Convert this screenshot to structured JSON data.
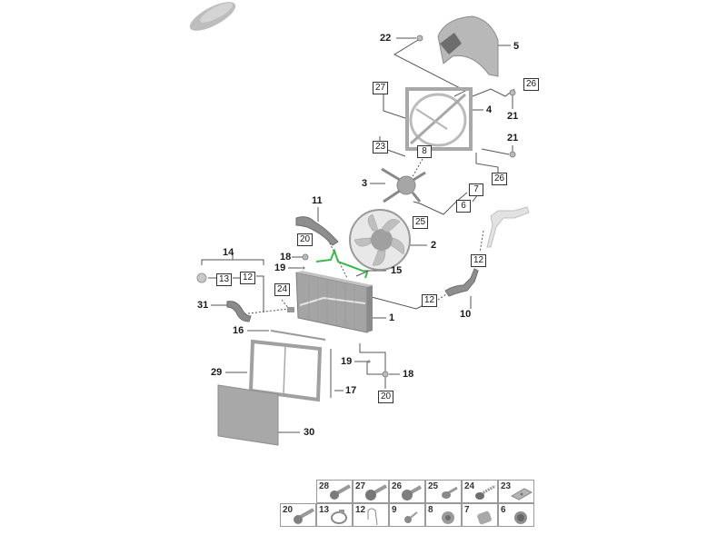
{
  "diagram": {
    "title_icon": "vehicle-silhouette-icon",
    "callouts": {
      "c1": "1",
      "c2": "2",
      "c3": "3",
      "c4": "4",
      "c5": "5",
      "c10": "10",
      "c11": "11",
      "c14": "14",
      "c15": "15",
      "c16": "16",
      "c17": "17",
      "c18a": "18",
      "c18b": "18",
      "c19a": "19",
      "c19b": "19",
      "c21a": "21",
      "c21b": "21",
      "c22": "22",
      "c29": "29",
      "c30": "30",
      "c31": "31"
    },
    "boxed_refs": {
      "b6": "6",
      "b7": "7",
      "b8": "8",
      "b12a": "12",
      "b12b": "12",
      "b12c": "12",
      "b13": "13",
      "b20a": "20",
      "b20b": "20",
      "b23": "23",
      "b24": "24",
      "b25": "25",
      "b26a": "26",
      "b26b": "26",
      "b27": "27"
    },
    "highlight_color": "#3cb84a"
  },
  "legend": {
    "row1": [
      {
        "num": "28",
        "icon": "bolt-flange-icon"
      },
      {
        "num": "27",
        "icon": "bolt-flange-icon"
      },
      {
        "num": "26",
        "icon": "bolt-flange-icon"
      },
      {
        "num": "25",
        "icon": "screw-icon"
      },
      {
        "num": "24",
        "icon": "screw-washer-icon"
      },
      {
        "num": "23",
        "icon": "clip-nut-icon"
      }
    ],
    "row2": [
      {
        "num": "20",
        "icon": "bolt-icon"
      },
      {
        "num": "13",
        "icon": "hose-clamp-icon"
      },
      {
        "num": "12",
        "icon": "wire-clip-icon"
      },
      {
        "num": "9",
        "icon": "pin-icon"
      },
      {
        "num": "8",
        "icon": "grommet-icon"
      },
      {
        "num": "7",
        "icon": "sleeve-icon"
      },
      {
        "num": "6",
        "icon": "bushing-icon"
      }
    ]
  }
}
